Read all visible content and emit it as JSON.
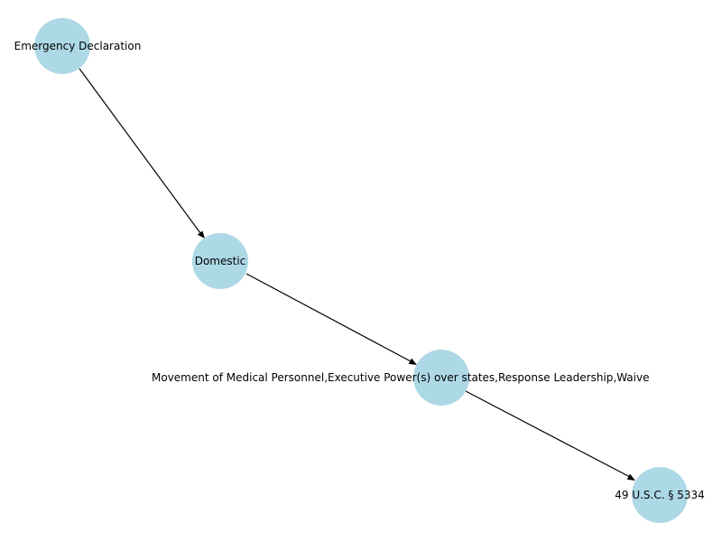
{
  "diagram": {
    "nodes": [
      {
        "id": "emergency",
        "label": "Emergency Declaration"
      },
      {
        "id": "domestic",
        "label": "Domestic"
      },
      {
        "id": "powers",
        "label": "Movement of Medical Personnel,Executive Power(s) over states,Response Leadership,Waive"
      },
      {
        "id": "usc",
        "label": "49 U.S.C. § 5334"
      }
    ],
    "edges": [
      {
        "from": "emergency",
        "to": "domestic"
      },
      {
        "from": "domestic",
        "to": "powers"
      },
      {
        "from": "powers",
        "to": "usc"
      }
    ],
    "colors": {
      "node_fill": "#add8e6",
      "edge": "#000000",
      "text": "#000000"
    }
  }
}
